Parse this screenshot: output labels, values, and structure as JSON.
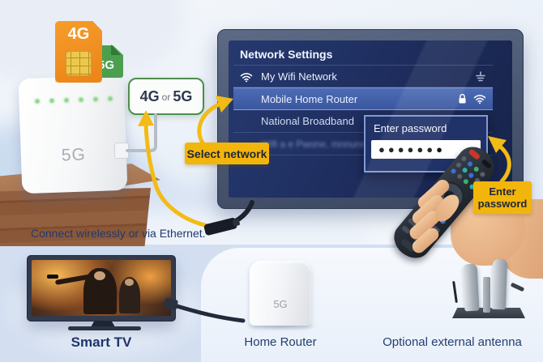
{
  "annotations": {
    "callout_network": {
      "part1": "4G",
      "or": "or",
      "part2": "5G"
    },
    "select_network": "Select network",
    "enter_password": [
      "Enter",
      "password"
    ],
    "caption": "Connect wirelessly or via Ethernet."
  },
  "sim_cards": {
    "sim_4g": "4G",
    "card_5g": "5G"
  },
  "router": {
    "front_label": "5G"
  },
  "tv_screen": {
    "title": "Network Settings",
    "networks": [
      {
        "label": "My Wifi Network",
        "left_icon": "wifi-icon",
        "right_icon": "wired-connection-icon",
        "selected": false
      },
      {
        "label": "Mobile Home Router",
        "right_icons": [
          "lock-icon",
          "wifi-icon"
        ],
        "selected": true
      },
      {
        "label": "National Broadband",
        "selected": false
      },
      {
        "label": "Wifi a e Pwone, mnnunnpassdro",
        "blurred": true
      }
    ],
    "password_dialog": {
      "title": "Enter password",
      "masked_value": "●●●●●●●",
      "icon": "lock-icon"
    }
  },
  "bottom_row": {
    "smart_tv_label": "Smart TV",
    "home_router_label": "Home Router",
    "home_router_device_label": "5G",
    "antenna_label": "Optional external antenna"
  },
  "icons": {
    "wifi-icon": "arc-waves-with-dot",
    "lock-icon": "padlock",
    "wired-connection-icon": "ground-pins"
  },
  "colors": {
    "accent_gold": "#F2B50B",
    "callout_green": "#4C8F4B",
    "sim_orange": "#F09123",
    "card_green": "#4AA04E",
    "navy_text": "#1E3A6E",
    "screen_bg": "#1C2B5C",
    "selected_row": "#46639F"
  }
}
